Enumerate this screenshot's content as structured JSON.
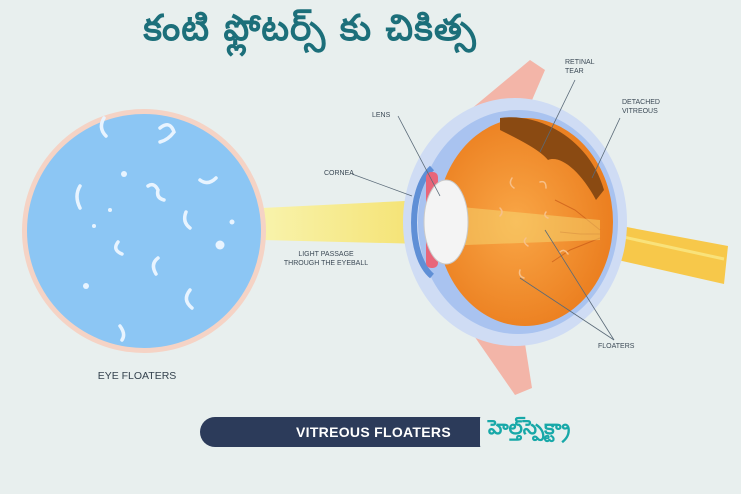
{
  "title": "కంటి ఫ్లోటర్స్ కు చికిత్స",
  "labels": {
    "retinal_tear": "RETINAL TEAR",
    "detached_vitreous": "DETACHED VITREOUS",
    "lens": "LENS",
    "cornea": "CORNEA",
    "light_passage": "LIGHT PASSAGE THROUGH THE EYEBALL",
    "floaters": "FLOATERS"
  },
  "caption": "EYE FLOATERS",
  "banner_text": "VITREOUS FLOATERS",
  "brand": "హెల్త్‌స్పెక్ట్రా",
  "colors": {
    "title": "#1c6f7a",
    "floater_disc": "#8cc6f4",
    "eyeball": "#f08a24",
    "light_beam": "#f7ee8e",
    "banner": "#2c3b5a",
    "brand": "#17a8a8"
  }
}
